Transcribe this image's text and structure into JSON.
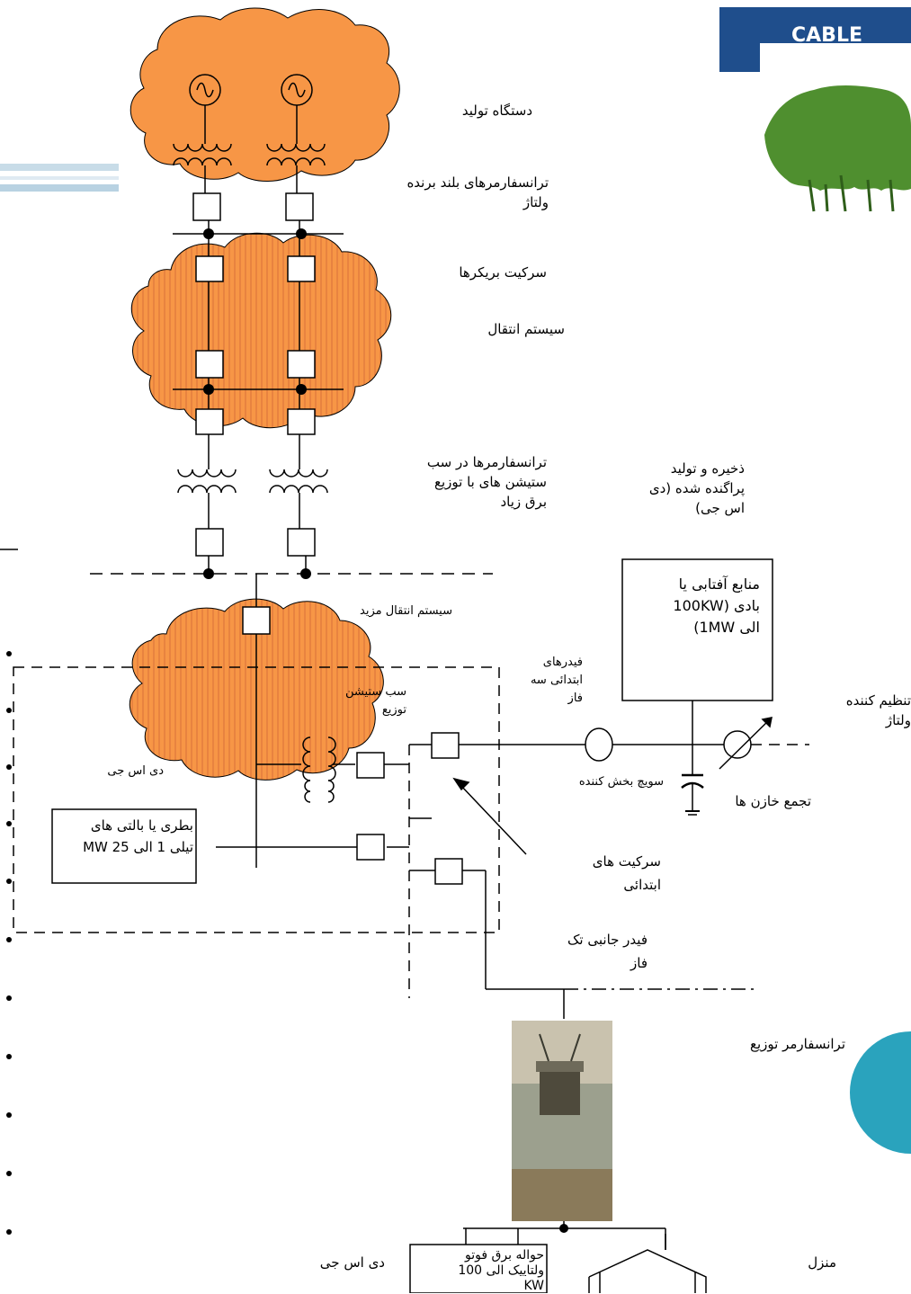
{
  "labels": {
    "generation": "دستگاه تولید",
    "step_up_transformers": "ترانسفارمرهای بلند برنده\nولتاژ",
    "circuit_breakers": "سرکیت بریکرها",
    "transmission_system": "سیستم انتقال",
    "substation_transformers": "ترانسفارمرها در سب\nستیشن های با توزیع\nبرق زیاد",
    "distributed_storage_generation": "ذخیره و تولید\nپراگنده شده (دی\nاس جی)",
    "subtransmission_system": "سیستم انتقال مزید",
    "primary_feeders": "فیدرهای\nابتدائی سه\nفاز",
    "distribution_substation": "سب ستیشن\nتوزیع",
    "dsg_small": "دی اس جی",
    "sectionalizing_switch": "سویچ بخش کننده",
    "capacitor_bank": "تجمع خازن ها",
    "voltage_regulator": "تنظیم کننده\nولتاژ",
    "primary_circuits": "سرکیت های\nابتدائی",
    "single_phase_lateral": "فیدر جانبی تک\nفاز",
    "distribution_transformer": "ترانسفارمر توزیع",
    "home": "منزل",
    "dsg_bottom": "دی اس جی"
  },
  "boxes": {
    "solar_wind": "منابع آفتابی یا\nبادی (100KW\nالی 1MW)",
    "battery": "بطری یا بالتی های\nتیلی 1 الی 25 MW",
    "photovoltaic": "حواله برق فوتو\nولتاییک الی 100\nKW"
  },
  "colors": {
    "cloud_fill": "#f79646",
    "cloud_hatch": "#c0504d",
    "line": "#000000",
    "tree_green": "#4f8f2f",
    "header_blue": "#1f4e8c",
    "teal_circle": "#2aa3bd"
  },
  "decor": {
    "logo_text": "CABLE"
  }
}
